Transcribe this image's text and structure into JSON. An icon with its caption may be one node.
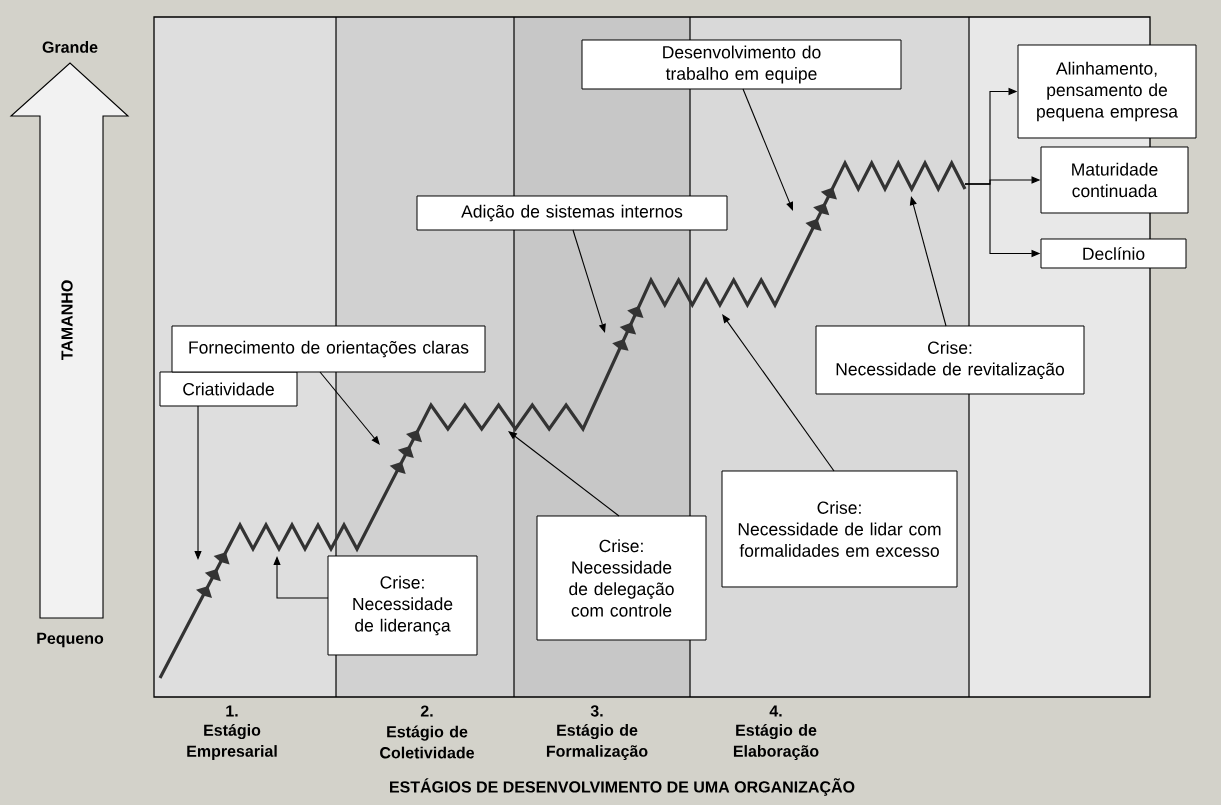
{
  "diagram": {
    "nodes": [
      {
        "text": [
          "Criatividade"
        ]
      },
      {
        "text": [
          "Crise:",
          "Necessidade de liderança"
        ]
      },
      {
        "text": [
          "Fornecimento de orientações claras"
        ]
      },
      {
        "text": [
          "Crise:",
          "Necessidade de delegação com controle"
        ]
      },
      {
        "text": [
          "Adição de sistemas internos"
        ]
      },
      {
        "text": [
          "Crise:",
          "Necessidade de lidar com formalidades em excesso"
        ]
      },
      {
        "text": [
          "Desenvolvimento do trabalho em equipe"
        ]
      },
      {
        "text": [
          "Crise:",
          "Necessidade de revitalização"
        ]
      },
      {
        "text": [
          "Alinhamento, pensamento de pequena empresa"
        ]
      },
      {
        "text": [
          "Maturidade continuada"
        ]
      },
      {
        "text": [
          "Declínio"
        ]
      }
    ],
    "edges": [
      {
        "from": 0,
        "to": null,
        "arrow": "to"
      },
      {
        "from": 1,
        "to": null,
        "arrow": "to"
      },
      {
        "from": 2,
        "to": null,
        "arrow": "to"
      },
      {
        "from": 3,
        "to": null,
        "arrow": "to"
      },
      {
        "from": 4,
        "to": null,
        "arrow": "to"
      },
      {
        "from": 5,
        "to": null,
        "arrow": "to"
      },
      {
        "from": 6,
        "to": null,
        "arrow": "to"
      },
      {
        "from": 7,
        "to": null,
        "arrow": "to"
      },
      {
        "from": null,
        "to": 8,
        "arrow": "to"
      },
      {
        "from": null,
        "to": 9,
        "arrow": "to"
      },
      {
        "from": null,
        "to": 10,
        "arrow": "to"
      }
    ],
    "labels": [
      "Grande",
      "TAMANHO",
      "Pequeno",
      "1.",
      "Estágio Empresarial",
      "2.",
      "Estágio de Coletividade",
      "3.",
      "Estágio de Formalização",
      "4.",
      "Estágio de Elaboração",
      "ESTÁGIOS DE DESENVOLVIMENTO DE UMA ORGANIZAÇÃO"
    ]
  }
}
